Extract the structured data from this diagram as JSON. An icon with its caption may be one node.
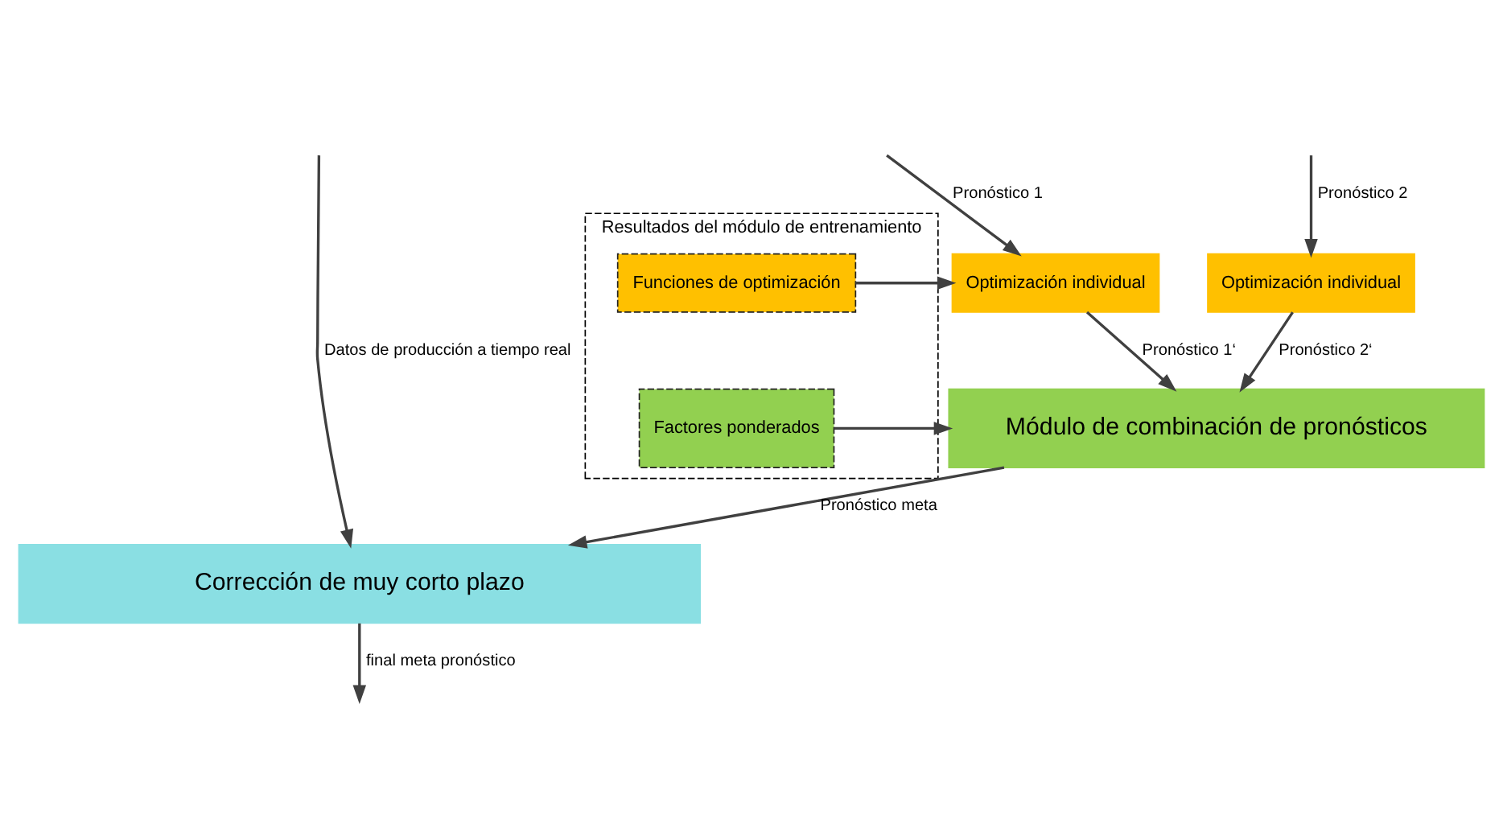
{
  "diagram": {
    "nodes": [
      {
        "text": [
          "Resultados del módulo de entrenamiento"
        ]
      },
      {
        "text": [
          "Funciones de optimización"
        ],
        "in": 0
      },
      {
        "text": [
          "Factores ponderados"
        ],
        "in": 0
      },
      {
        "text": [
          "Optimización individual"
        ]
      },
      {
        "text": [
          "Optimización individual"
        ]
      },
      {
        "text": [
          "Módulo de combinación de pronósticos"
        ]
      },
      {
        "text": [
          "Corrección de muy corto plazo"
        ]
      }
    ],
    "edges": [
      {
        "from": null,
        "to": 3,
        "arrow": "to",
        "label": "Pronóstico 1"
      },
      {
        "from": null,
        "to": 4,
        "arrow": "to",
        "label": "Pronóstico 2"
      },
      {
        "from": null,
        "to": 6,
        "arrow": "to",
        "label": "Datos de producción a tiempo real"
      },
      {
        "from": 1,
        "to": 3,
        "arrow": "to"
      },
      {
        "from": 3,
        "to": 5,
        "arrow": "to",
        "label": "Pronóstico 1‘"
      },
      {
        "from": 4,
        "to": 5,
        "arrow": "to",
        "label": "Pronóstico 2‘"
      },
      {
        "from": 2,
        "to": 5,
        "arrow": "to"
      },
      {
        "from": 5,
        "to": 6,
        "arrow": "to",
        "label": "Pronóstico meta"
      },
      {
        "from": 6,
        "to": null,
        "arrow": "to",
        "label": "final meta pronóstico"
      }
    ]
  }
}
